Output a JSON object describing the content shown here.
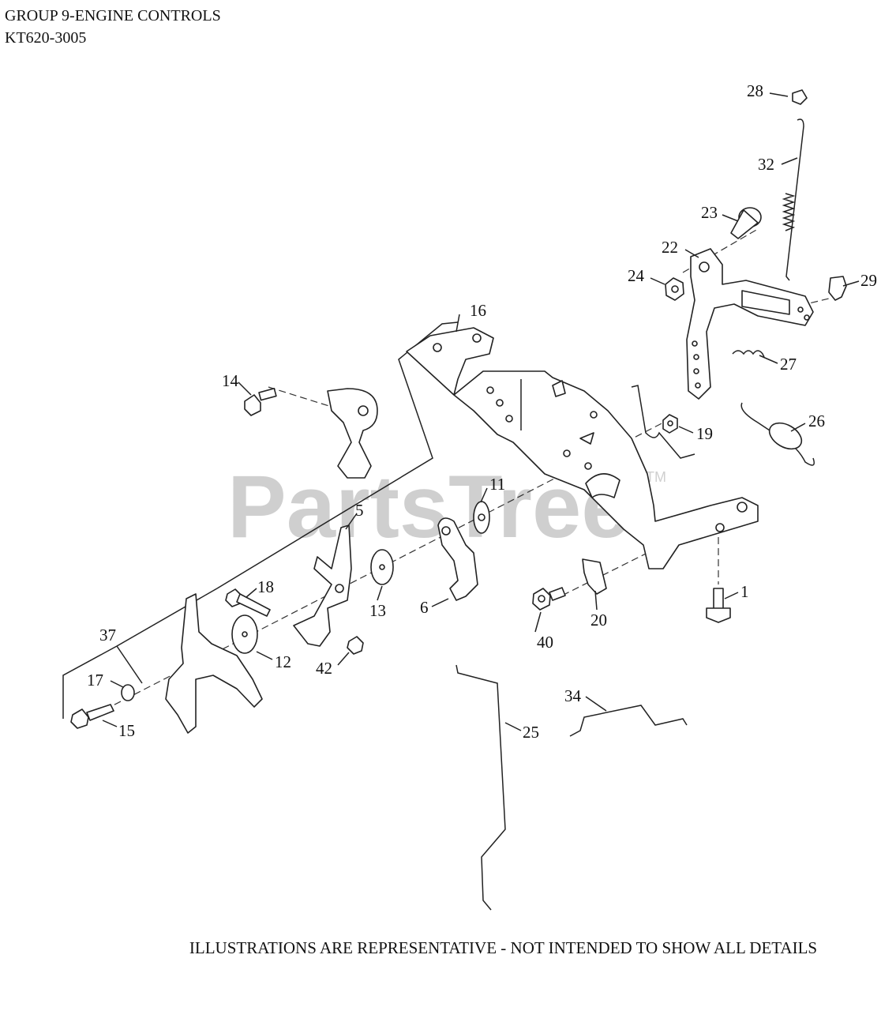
{
  "header": {
    "title": "GROUP 9-ENGINE CONTROLS",
    "model": "KT620-3005"
  },
  "footer": {
    "note": "ILLUSTRATIONS ARE REPRESENTATIVE - NOT INTENDED TO SHOW ALL DETAILS"
  },
  "watermark": {
    "brand": "PartsTree",
    "trademark": "TM"
  },
  "callouts": {
    "c1": "1",
    "c5": "5",
    "c6": "6",
    "c11": "11",
    "c12": "12",
    "c13": "13",
    "c14": "14",
    "c15": "15",
    "c16": "16",
    "c17": "17",
    "c18": "18",
    "c19": "19",
    "c20": "20",
    "c22": "22",
    "c23": "23",
    "c24": "24",
    "c25": "25",
    "c26": "26",
    "c27": "27",
    "c28": "28",
    "c29": "29",
    "c32": "32",
    "c34": "34",
    "c37": "37",
    "c40": "40",
    "c42": "42"
  }
}
